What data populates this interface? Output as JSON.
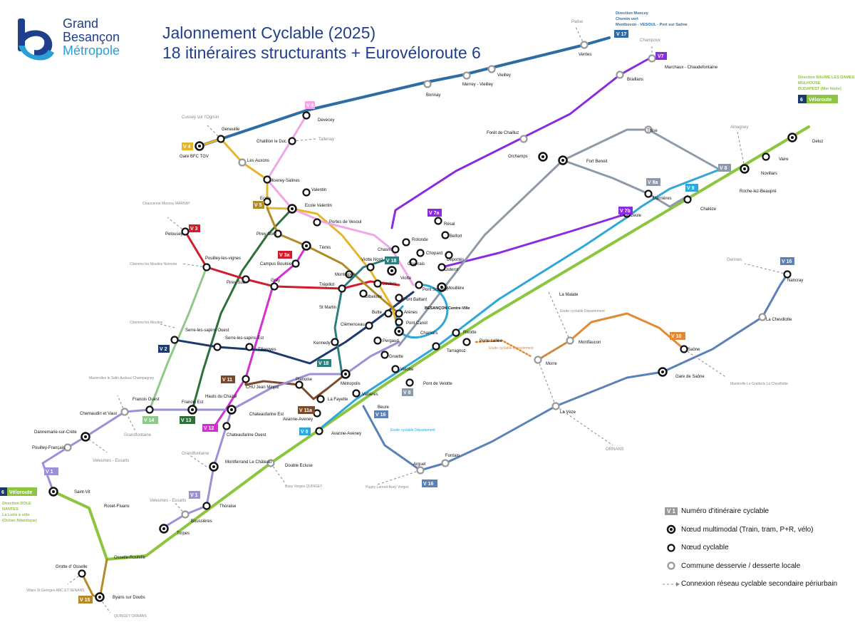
{
  "title": {
    "line1": "Jalonnement Cyclable (2025)",
    "line2": "18 itinéraires structurants + Eurovéloroute 6"
  },
  "logo": {
    "line1": "Grand",
    "line2": "Besançon",
    "line3": "Métropole"
  },
  "colors": {
    "brand_blue": "#1f3f8c",
    "v6_green": "#8cc63f",
    "v17_blue": "#2e6da4",
    "v7_purple": "#8a2be2",
    "v8_gray": "#8d9aa9",
    "v9_cyan": "#2fa7d9",
    "v10_orange": "#e08a36",
    "v11_brown": "#7b4a2a",
    "v12_magenta": "#d42fd4",
    "v13_darkgreen": "#2f6f3a",
    "v14_lightgreen": "#8fc98a",
    "v1_lavender": "#9d8fd8",
    "v2_navy": "#1c3a6b",
    "v3_red": "#d11c2a",
    "v4_gold": "#e7b52a",
    "v5_olive": "#b38b2a",
    "v16_steel": "#5b82b8",
    "v18_teal": "#2d7f7f"
  },
  "routes": {
    "v1": "V 1",
    "v2": "V 2",
    "v3": "V 3",
    "v3a": "V 3a",
    "v4": "V 4",
    "v5": "V 5",
    "v6": "V 6",
    "v7": "V7",
    "v7a": "V 7a",
    "v7b": "V 7b",
    "v8": "V 8",
    "v8a": "V 8a",
    "v9": "V 9",
    "v10": "V 10",
    "v11": "V 11",
    "v11a": "V 11a",
    "v12": "V 12",
    "v13": "V 13",
    "v14": "V 14",
    "v15": "V 15",
    "v16": "V 16",
    "v17": "V 17",
    "v18": "V 18",
    "veloroute": "Véloroute",
    "six": "6"
  },
  "directions": {
    "north_line1": "Direction Moncey",
    "north_line2": "Chemin vert",
    "north_line3": "Montbozon - VESOUL - Port sur Saône",
    "east_line1": "Direction BAUME LES DAMES",
    "east_line2": "MULHOUSE",
    "east_line3": "BUDAPEST (Mer Noire)",
    "west_line1": "Direction DOLE",
    "west_line2": "NANTES",
    "west_line3": "La Loire à vélo",
    "west_line4": "(Océan Atlantique)"
  },
  "stations": {
    "ventes": "Ventes",
    "palise": "Palise",
    "vieilley": "Vieilley",
    "merrey": "Merrey - Vieilley",
    "bonnay": "Bonnay",
    "devecey": "Devecey",
    "geneuille": "Geneuille",
    "cussey": "Cussey sur l'Ognon",
    "chatillon": "Chatillon le Duc",
    "tallenay": "Tallenay",
    "gare_bfc": "Gare BFC TGV",
    "auxons": "Les Auxons",
    "miserey": "Miserey-Salines",
    "valentin": "Valentin",
    "ecole": "Ecole",
    "ecole_valentin": "Ecole Valentin",
    "portes_vesoul": "Portes de Vesoul",
    "temis": "Témis",
    "pirey_nord": "Pirey Nord",
    "campus": "Campus Bouloie",
    "pelousey": "Pelousey",
    "pouilley_vignes": "Pouilley-les-vignes",
    "pirey_sud": "Pirey Sud",
    "gray": "Gray",
    "trepillot": "Trépillot",
    "montrapon": "Montrapon",
    "viotte_nord": "Viotte Nord",
    "viotte": "Viotte",
    "chasnot": "Chasnot",
    "rotonde": "Rotonde",
    "chopard": "Chopard",
    "chaprais": "Chaprais",
    "leclerc": "Leclerc",
    "gibelotte": "Gibelotte",
    "st_martin": "St Martin",
    "battant": "Pont Battant",
    "pont_schwint": "Pont Schwint",
    "besancon": "BESANÇON Centre-Ville",
    "butte": "Butte",
    "arenes": "Arènes",
    "clemenceau": "Clémenceau",
    "pont_canot": "Pont Canot",
    "chamars": "Chamars",
    "kennedy": "Kennedy",
    "perrgaud": "Pergaud",
    "gruette": "Gruette",
    "velotte": "Velotte",
    "pont_velotte": "Pont de Velotte",
    "metropolis": "Métropolis",
    "lafayette": "La Fayette",
    "valleres": "Vallières",
    "beure": "Beure",
    "avanne_aveney": "Avanne-Aveney",
    "planoise": "Planoise",
    "chu": "CHU Jean Minjoz",
    "hauts_chazal": "Hauts du Chazal",
    "chateaufarine_est": "Chateaufarine Est",
    "chateaufarine_ouest": "Chateaufarine Ouest",
    "tilleroyes": "Tilleroyes",
    "serre_est": "Serre-les-sapins Est",
    "serre_ouest": "Serre-les-sapins Ouest",
    "franois_est": "Franois Est",
    "franois_ouest": "Franois Ouest",
    "chemaudin": "Chemaudin et Vaux",
    "dannemarie": "Dannemarie-sur-Crète",
    "pouilley_francais": "Pouilley-Français",
    "saint_vit": "Saint-Vit",
    "roset": "Roset-Fluans",
    "osselle_routelle": "Osselle-Routelle",
    "grotte_osselle": "Grotte d' Osselle",
    "byans": "Byans sur Doubs",
    "torpes": "Torpes",
    "boussieres": "Boussières",
    "thoraise": "Thoraise",
    "montferrand": "Montferrand Le Château",
    "double_ecluse": "Double Ecluse",
    "arguel": "Arguel",
    "fontain": "Fontain",
    "la_veze": "La Vèze",
    "morre": "Morre",
    "montfaucon": "Montfaucon",
    "saone": "Saône",
    "gare_saone": "Gare de Saône",
    "chevillotte": "La Chevillotte",
    "nancray": "Nancray",
    "malate": "La Malate",
    "rivotte": "Rivotte",
    "tarragnoz": "Tarragnoz",
    "porte_taillee": "Porte taillée",
    "mouillere": "Mouillère",
    "deportes": "Déportés",
    "diderot": "Diderot",
    "belfort": "Belfort",
    "resal": "Résal",
    "chalezeule": "Chalezeule",
    "chalèze": "Chalèze",
    "marnieres": "Marnières",
    "roche": "Roche-lez-Beaupré",
    "novillars": "Novillars",
    "vaire": "Vaire",
    "deluz": "Deluz",
    "thise": "Thise",
    "fort_benoit": "Fort Benoit",
    "orchamps": "Orchamps",
    "foret_chailluz": "Forêt de Chailluz",
    "marchaux": "Marchaux - Chaudefontaine",
    "braillans": "Braillans",
    "champoux": "Champoux",
    "amagney": "Amagney",
    "gennes": "Gennes",
    "chaucenne": "Chaucenne Moncey MARNAY",
    "chemins_moulins_n": "Chemins les Moulins Noironte",
    "chemins_moulins": "Chemins les Moulins",
    "mazerolles": "Mazerolles le Salin Audeux Champagney",
    "grandfontaine": "Grandfontaine",
    "grandfontaine2": "Grandfontaine",
    "velesmes": "Velesmes - Essarts",
    "velesmes2": "Velesmes - Essarts",
    "villars": "Villars St Georges ARC ET SENANS",
    "quingey": "QUINGEY ORNANS",
    "busy": "Busy Vorges QUINGEY",
    "pugey": "Pugey Larnod Busy Vorges",
    "ornans": "ORNANS",
    "mamirolle": "Mamirolle Le Gratteris La Chevillotte",
    "etude1": "Etude cyclable Département",
    "etude2": "Etude cyclable Département",
    "etude3": "Etude cyclable Département"
  },
  "legend": [
    {
      "symbol": "route-badge",
      "badge_text": "V 1",
      "label": "Numéro d'itinéraire cyclable"
    },
    {
      "symbol": "multimodal-node",
      "label": "Nœud multimodal (Train, tram, P+R, vélo)"
    },
    {
      "symbol": "cycle-node",
      "label": "Nœud cyclable"
    },
    {
      "symbol": "local-stop",
      "label": "Commune desservie / desserte locale"
    },
    {
      "symbol": "dashed-connection",
      "label": "Connexion réseau cyclable secondaire périurbain"
    }
  ]
}
